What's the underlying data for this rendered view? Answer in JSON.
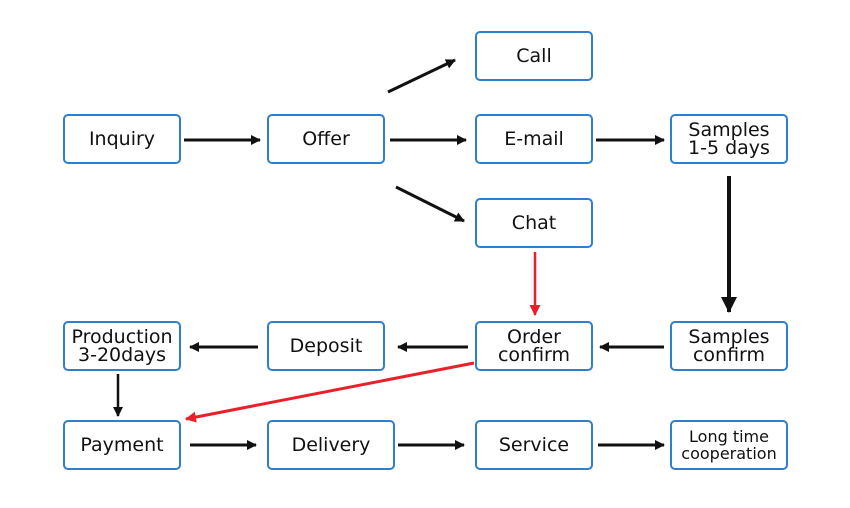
{
  "colors": {
    "border": "#2f7fd0",
    "arrow": "#111111",
    "highlight": "#e8202a"
  },
  "nodes": {
    "inquiry": "Inquiry",
    "offer": "Offer",
    "call": "Call",
    "email": "E-mail",
    "chat": "Chat",
    "samples": {
      "line1": "Samples",
      "line2": "1-5 days"
    },
    "samples_confirm": {
      "line1": "Samples",
      "line2": "confirm"
    },
    "order_confirm": {
      "line1": "Order",
      "line2": "confirm"
    },
    "deposit": "Deposit",
    "production": {
      "line1": "Production",
      "line2": "3-20days"
    },
    "payment": "Payment",
    "delivery": "Delivery",
    "service": "Service",
    "long_time": {
      "line1": "Long time",
      "line2": "cooperation"
    }
  }
}
